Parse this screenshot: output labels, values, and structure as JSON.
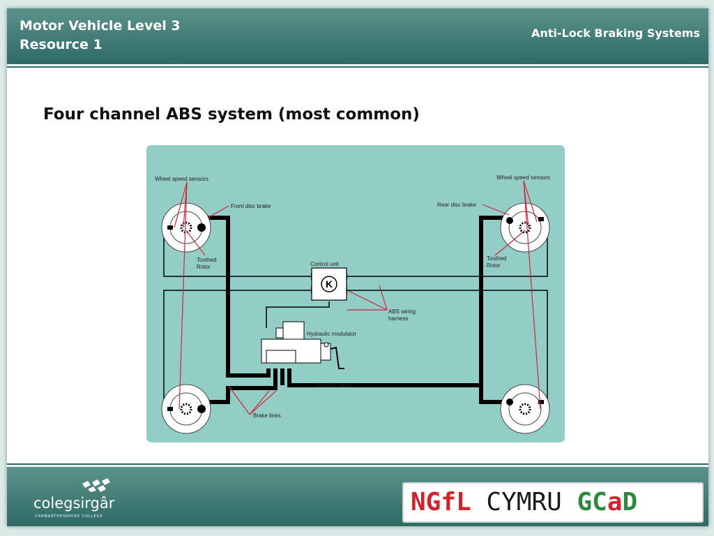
{
  "header": {
    "course_line1": "Motor Vehicle Level 3",
    "course_line2": "Resource 1",
    "topic": "Anti-Lock Braking Systems"
  },
  "slide": {
    "heading": "Four channel ABS system (most common)"
  },
  "diagram": {
    "labels": {
      "wheel_sensors_left": "Wheel speed sensors",
      "wheel_sensors_right": "Wheel speed sensors",
      "front_disc": "Front disc brake",
      "rear_disc": "Rear disc brake",
      "toothed_left_1": "Toothed",
      "toothed_left_2": "Rotor",
      "toothed_right_1": "Toothed",
      "toothed_right_2": "Rotor",
      "control_unit": "Control unit",
      "control_letter": "K",
      "abs_wiring_1": "ABS wiring",
      "abs_wiring_2": "harness",
      "hydraulic": "Hydraulic modulator",
      "solenoid": "Solenoid valves",
      "brake_lines": "Brake lines"
    },
    "colors": {
      "background": "#93cec6",
      "line": "#000000",
      "callout": "#d2233a",
      "wheel": "#ffffff"
    }
  },
  "footer": {
    "college_name": "colegsirgâr",
    "college_sub": "CARMARTHENSHIRE COLLEGE",
    "ngfl_part1": "NGfL",
    "ngfl_part2": "CYMRU",
    "ngfl_part3_a": "GC",
    "ngfl_part3_b": "a",
    "ngfl_part3_c": "D"
  }
}
